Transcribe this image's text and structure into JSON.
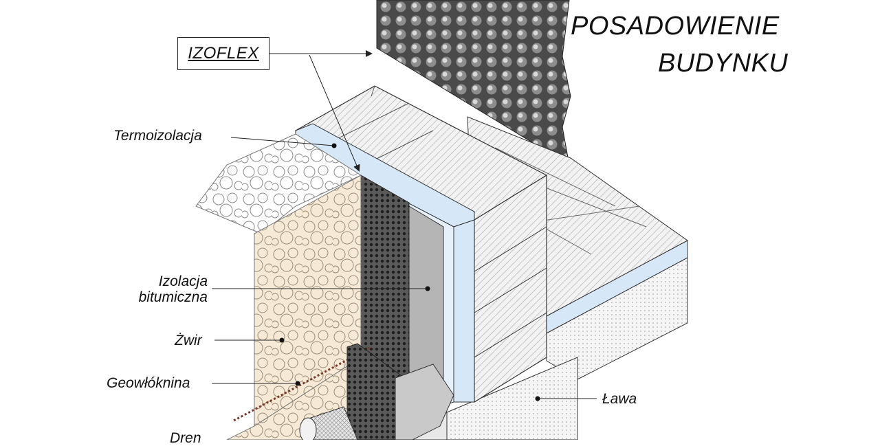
{
  "title": {
    "line1": "POSADOWIENIE",
    "line2": "BUDYNKU"
  },
  "product_tag": "IZOFLEX",
  "labels": {
    "termoizolacja": "Termoizolacja",
    "izolacja_line1": "Izolacja",
    "izolacja_line2": "bitumiczna",
    "zwir": "Żwir",
    "geowloknina": "Geowłóknina",
    "lawa": "Ława",
    "dren": "Dren"
  },
  "colors": {
    "insulation_blue": "#d6e8f8",
    "gravel_fill": "#f6ead6",
    "membrane_grey": "#8a8a8a",
    "bitumen_grey": "#b5b5b5",
    "line": "#222222"
  }
}
